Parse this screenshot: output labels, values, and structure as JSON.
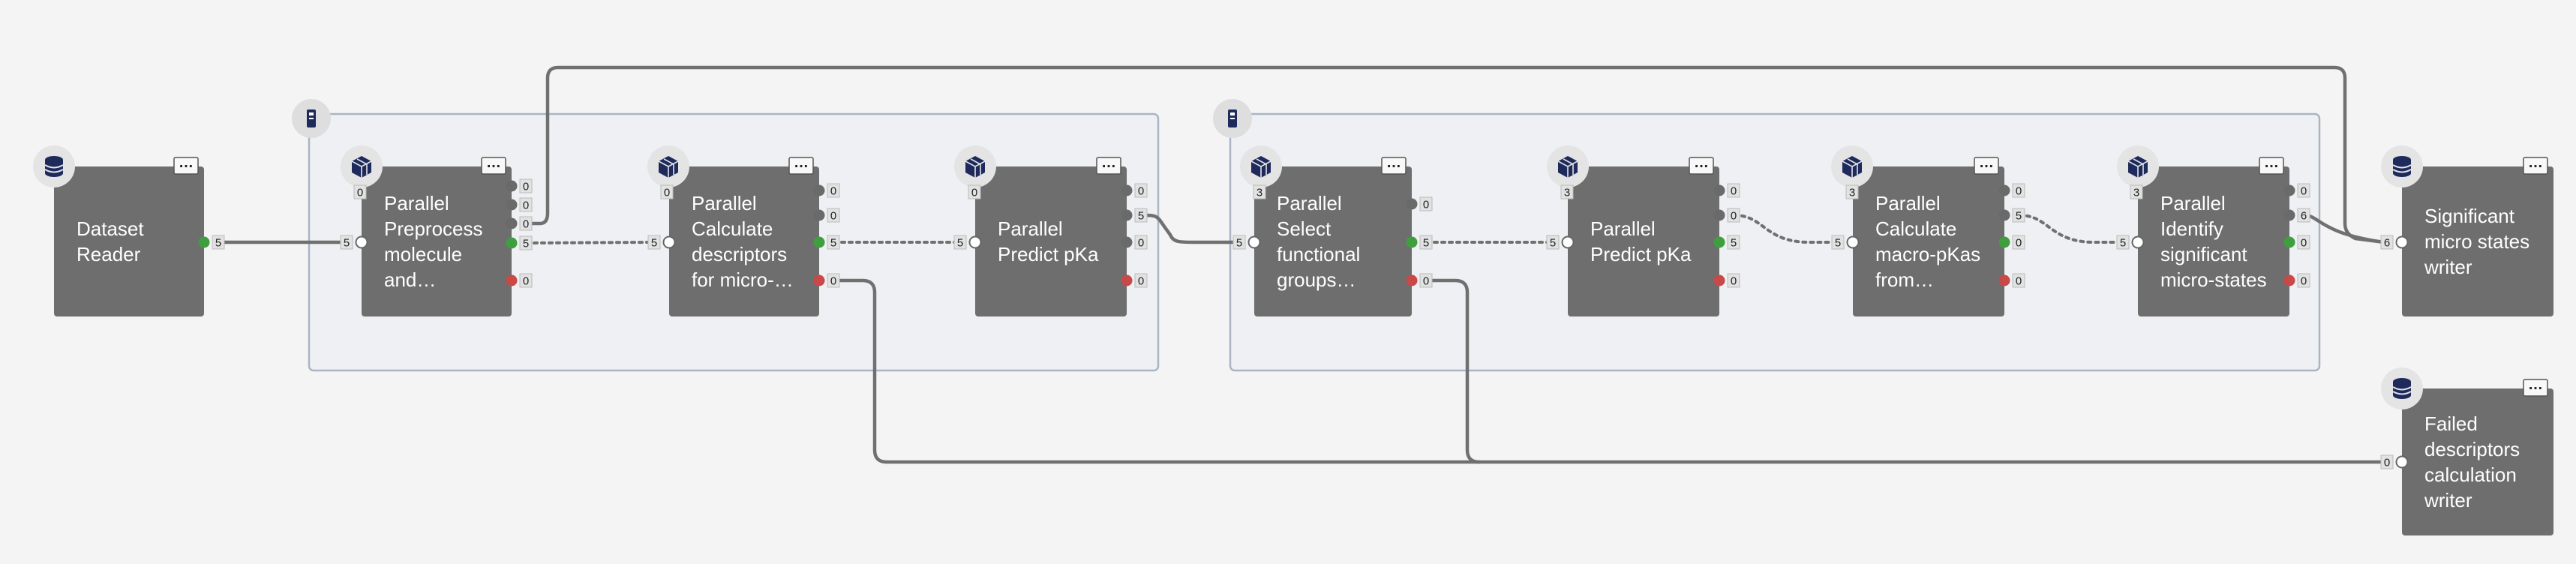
{
  "colors": {
    "node": "#6e6e6e",
    "group_fill": "#eef0f3",
    "group_stroke": "#a9b5c4",
    "port_green": "#3f9f3f",
    "port_red": "#c94848",
    "port_gray": "#6a6a6a",
    "wire": "#707070",
    "icon": "#1f2a5c"
  },
  "groups": [
    {
      "id": "group-1",
      "icon": "parallel-group-icon"
    },
    {
      "id": "group-2",
      "icon": "parallel-group-icon"
    }
  ],
  "nodes": [
    {
      "id": "dataset-reader",
      "icon": "database-icon",
      "lines": [
        "Dataset",
        "Reader"
      ],
      "outputs": [
        {
          "color": "green",
          "value": "5"
        }
      ]
    },
    {
      "id": "preprocess",
      "icon": "cube-icon",
      "badge": "0",
      "lines": [
        "Parallel",
        "Preprocess",
        "molecule",
        "and…"
      ],
      "input": "5",
      "outputs": [
        {
          "color": "gray",
          "value": "0"
        },
        {
          "color": "gray",
          "value": "0"
        },
        {
          "color": "gray",
          "value": "0"
        },
        {
          "color": "green",
          "value": "5"
        },
        {
          "color": "red",
          "value": "0"
        }
      ]
    },
    {
      "id": "calc-descriptors",
      "icon": "cube-icon",
      "badge": "0",
      "lines": [
        "Parallel",
        "Calculate",
        "descriptors",
        "for micro-…"
      ],
      "input": "5",
      "outputs": [
        {
          "color": "gray",
          "value": "0"
        },
        {
          "color": "gray",
          "value": "0"
        },
        {
          "color": "green",
          "value": "5"
        },
        {
          "color": "red",
          "value": "0"
        }
      ]
    },
    {
      "id": "predict-pka-1",
      "icon": "cube-icon",
      "badge": "0",
      "lines": [
        "Parallel",
        "Predict pKa"
      ],
      "input": "5",
      "outputs": [
        {
          "color": "gray",
          "value": "0"
        },
        {
          "color": "gray",
          "value": "5"
        },
        {
          "color": "gray",
          "value": "0"
        },
        {
          "color": "red",
          "value": "0"
        }
      ]
    },
    {
      "id": "select-groups",
      "icon": "cube-icon",
      "badge": "3",
      "lines": [
        "Parallel",
        "Select",
        "functional",
        "groups…"
      ],
      "input": "5",
      "outputs": [
        {
          "color": "gray",
          "value": "0"
        },
        {
          "color": "green",
          "value": "5"
        },
        {
          "color": "red",
          "value": "0"
        }
      ]
    },
    {
      "id": "predict-pka-2",
      "icon": "cube-icon",
      "badge": "3",
      "lines": [
        "Parallel",
        "Predict pKa"
      ],
      "input": "5",
      "outputs": [
        {
          "color": "gray",
          "value": "0"
        },
        {
          "color": "gray",
          "value": "0"
        },
        {
          "color": "green",
          "value": "5"
        },
        {
          "color": "red",
          "value": "0"
        }
      ]
    },
    {
      "id": "macro-pkas",
      "icon": "cube-icon",
      "badge": "3",
      "lines": [
        "Parallel",
        "Calculate",
        "macro-pKas",
        "from…"
      ],
      "input": "5",
      "outputs": [
        {
          "color": "gray",
          "value": "0"
        },
        {
          "color": "gray",
          "value": "5"
        },
        {
          "color": "green",
          "value": "0"
        },
        {
          "color": "red",
          "value": "0"
        }
      ]
    },
    {
      "id": "identify-states",
      "icon": "cube-icon",
      "badge": "3",
      "lines": [
        "Parallel",
        "Identify",
        "significant",
        "micro-states"
      ],
      "input": "5",
      "outputs": [
        {
          "color": "gray",
          "value": "0"
        },
        {
          "color": "gray",
          "value": "6"
        },
        {
          "color": "green",
          "value": "0"
        },
        {
          "color": "red",
          "value": "0"
        }
      ]
    },
    {
      "id": "significant-writer",
      "icon": "database-icon",
      "lines": [
        "Significant",
        "micro states",
        "writer"
      ],
      "input": "6"
    },
    {
      "id": "failed-writer",
      "icon": "database-icon",
      "lines": [
        "Failed",
        "descriptors",
        "calculation",
        "writer"
      ],
      "input": "0"
    }
  ],
  "menu_label": "…"
}
